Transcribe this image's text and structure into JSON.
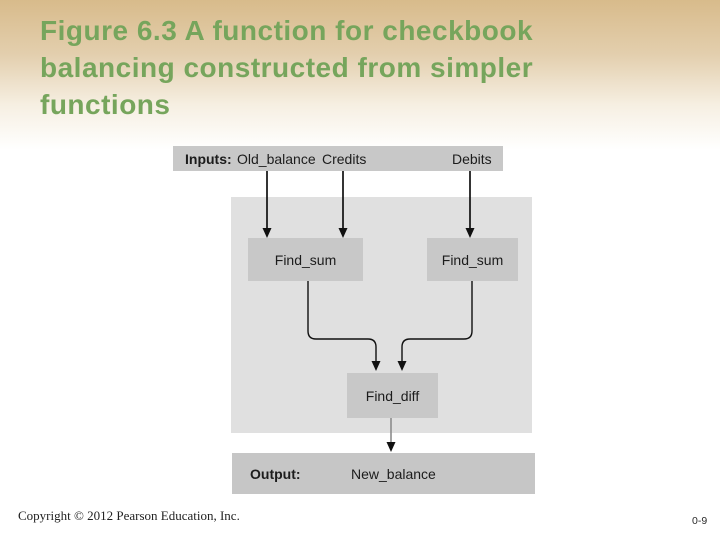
{
  "slide": {
    "title": "Figure 6.3  A function for checkbook balancing constructed from simpler functions",
    "title_lines": [
      "Figure 6.3  A function for checkbook",
      "balancing constructed from simpler",
      "functions"
    ]
  },
  "diagram": {
    "inputs_label": "Inputs:",
    "inputs": [
      "Old_balance",
      "Credits",
      "Debits"
    ],
    "find_sum_left": "Find_sum",
    "find_sum_right": "Find_sum",
    "find_diff": "Find_diff",
    "output_label": "Output:",
    "output_value": "New_balance"
  },
  "footer": {
    "copyright": "Copyright © 2012 Pearson Education, Inc.",
    "page_number": "0-9"
  },
  "colors": {
    "gradient_top": "#d8bb8b",
    "title_green": "#76a55c",
    "bar_gray": "#c8c8c8",
    "panel_gray": "#e0e0e0",
    "line_black": "#111111",
    "line_gray": "#8c8c8c"
  }
}
